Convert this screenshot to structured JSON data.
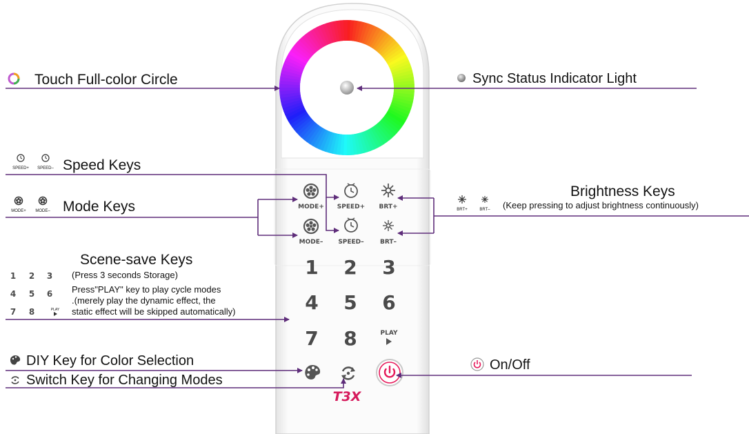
{
  "callouts": {
    "touch_circle": "Touch Full-color Circle",
    "sync_light": "Sync Status Indicator Light",
    "speed_keys": "Speed Keys",
    "mode_keys": "Mode Keys",
    "brightness_keys": "Brightness Keys",
    "brightness_note": "(Keep pressing to adjust brightness continuously)",
    "scene_save_keys": "Scene-save Keys",
    "scene_save_note": "(Press 3 seconds Storage)",
    "play_note_1": "Press\"PLAY\" key to play cycle modes",
    "play_note_2": ".(merely play the dynamic effect, the",
    "play_note_3": "static effect will be skipped automatically)",
    "diy_key": "DIY Key for Color Selection",
    "switch_key": "Switch Key for Changing Modes",
    "on_off": "On/Off"
  },
  "legend_icons": {
    "speed_plus": "SPEED+",
    "speed_minus": "SPEED–",
    "mode_plus": "MODE+",
    "mode_minus": "MODE–",
    "brt_plus": "BRT+",
    "brt_minus": "BRT–",
    "play_small": "PLAY",
    "digits": [
      "1",
      "2",
      "3",
      "4",
      "5",
      "6",
      "7",
      "8"
    ]
  },
  "remote": {
    "labels": {
      "mode_plus": "MODE+",
      "mode_minus": "MODE–",
      "speed_plus": "SPEED+",
      "speed_minus": "SPEED–",
      "brt_plus": "BRT+",
      "brt_minus": "BRT–",
      "play": "PLAY"
    },
    "digits": [
      "1",
      "2",
      "3",
      "4",
      "5",
      "6",
      "7",
      "8"
    ],
    "brand": "T3X"
  },
  "colors": {
    "line": "#5e2d7a",
    "power": "#e6195a",
    "brand": "#d61a5c",
    "key_text": "#4a4a4a"
  },
  "icons": [
    "color-ring-icon",
    "sync-light-icon",
    "clock-icon",
    "film-reel-icon",
    "sun-icon",
    "palette-icon",
    "switch-icon",
    "power-icon",
    "play-icon"
  ]
}
